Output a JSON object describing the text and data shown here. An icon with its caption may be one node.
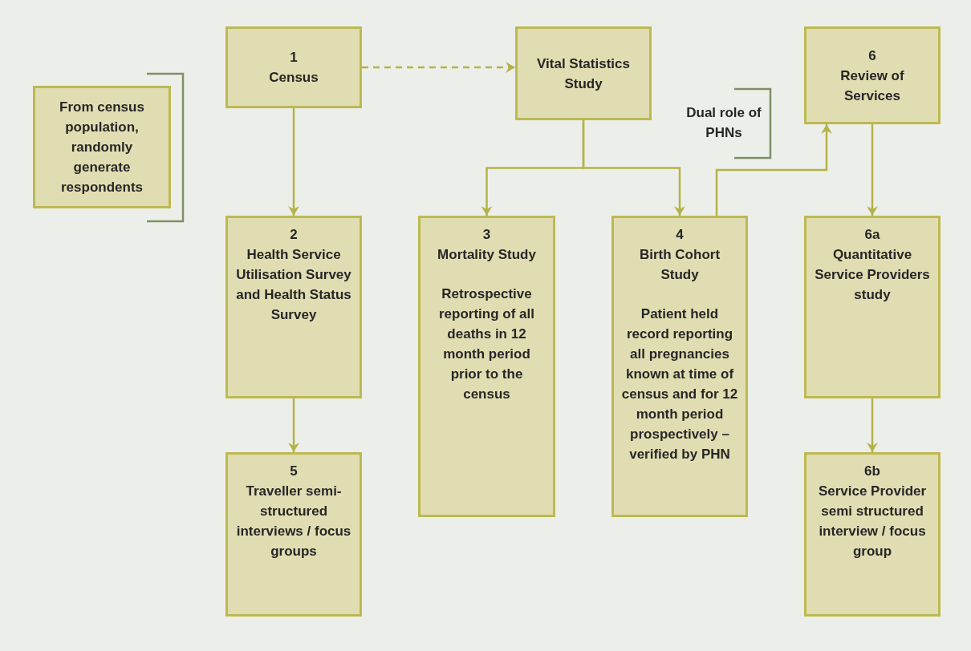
{
  "diagram": {
    "nodes": [
      {
        "text": [
          "From census population, randomly generate respondents"
        ]
      },
      {
        "text": [
          "1",
          "Census"
        ]
      },
      {
        "text": [
          "Vital Statistics Study"
        ]
      },
      {
        "text": [
          "6",
          "Review of Services"
        ]
      },
      {
        "text": [
          "2",
          "Health Service Utilisation Survey and Health Status Survey"
        ]
      },
      {
        "text": [
          "3",
          "Mortality Study",
          "Retrospective reporting of all deaths in 12 month period prior to the census"
        ]
      },
      {
        "text": [
          "4",
          "Birth Cohort Study",
          "Patient held record reporting all pregnancies known at time of census and for 12 month period prospectively – verified by PHN"
        ]
      },
      {
        "text": [
          "6a",
          "Quantitative Service Providers study"
        ]
      },
      {
        "text": [
          "5",
          "Traveller semi-structured interviews / focus groups"
        ]
      },
      {
        "text": [
          "6b",
          "Service Provider semi structured interview / focus group"
        ]
      }
    ],
    "edges": [
      {
        "from": 1,
        "to": 2,
        "arrow": "to",
        "style": "dashed"
      },
      {
        "from": 1,
        "to": 4,
        "arrow": "to"
      },
      {
        "from": 2,
        "to": 5,
        "arrow": "to"
      },
      {
        "from": 2,
        "to": 6,
        "arrow": "to"
      },
      {
        "from": 6,
        "to": 3,
        "arrow": "to"
      },
      {
        "from": 3,
        "to": 7,
        "arrow": "to"
      },
      {
        "from": 4,
        "to": 8,
        "arrow": "to"
      },
      {
        "from": 7,
        "to": 9,
        "arrow": "to"
      }
    ],
    "labels": [
      "Dual role of PHNs"
    ]
  }
}
